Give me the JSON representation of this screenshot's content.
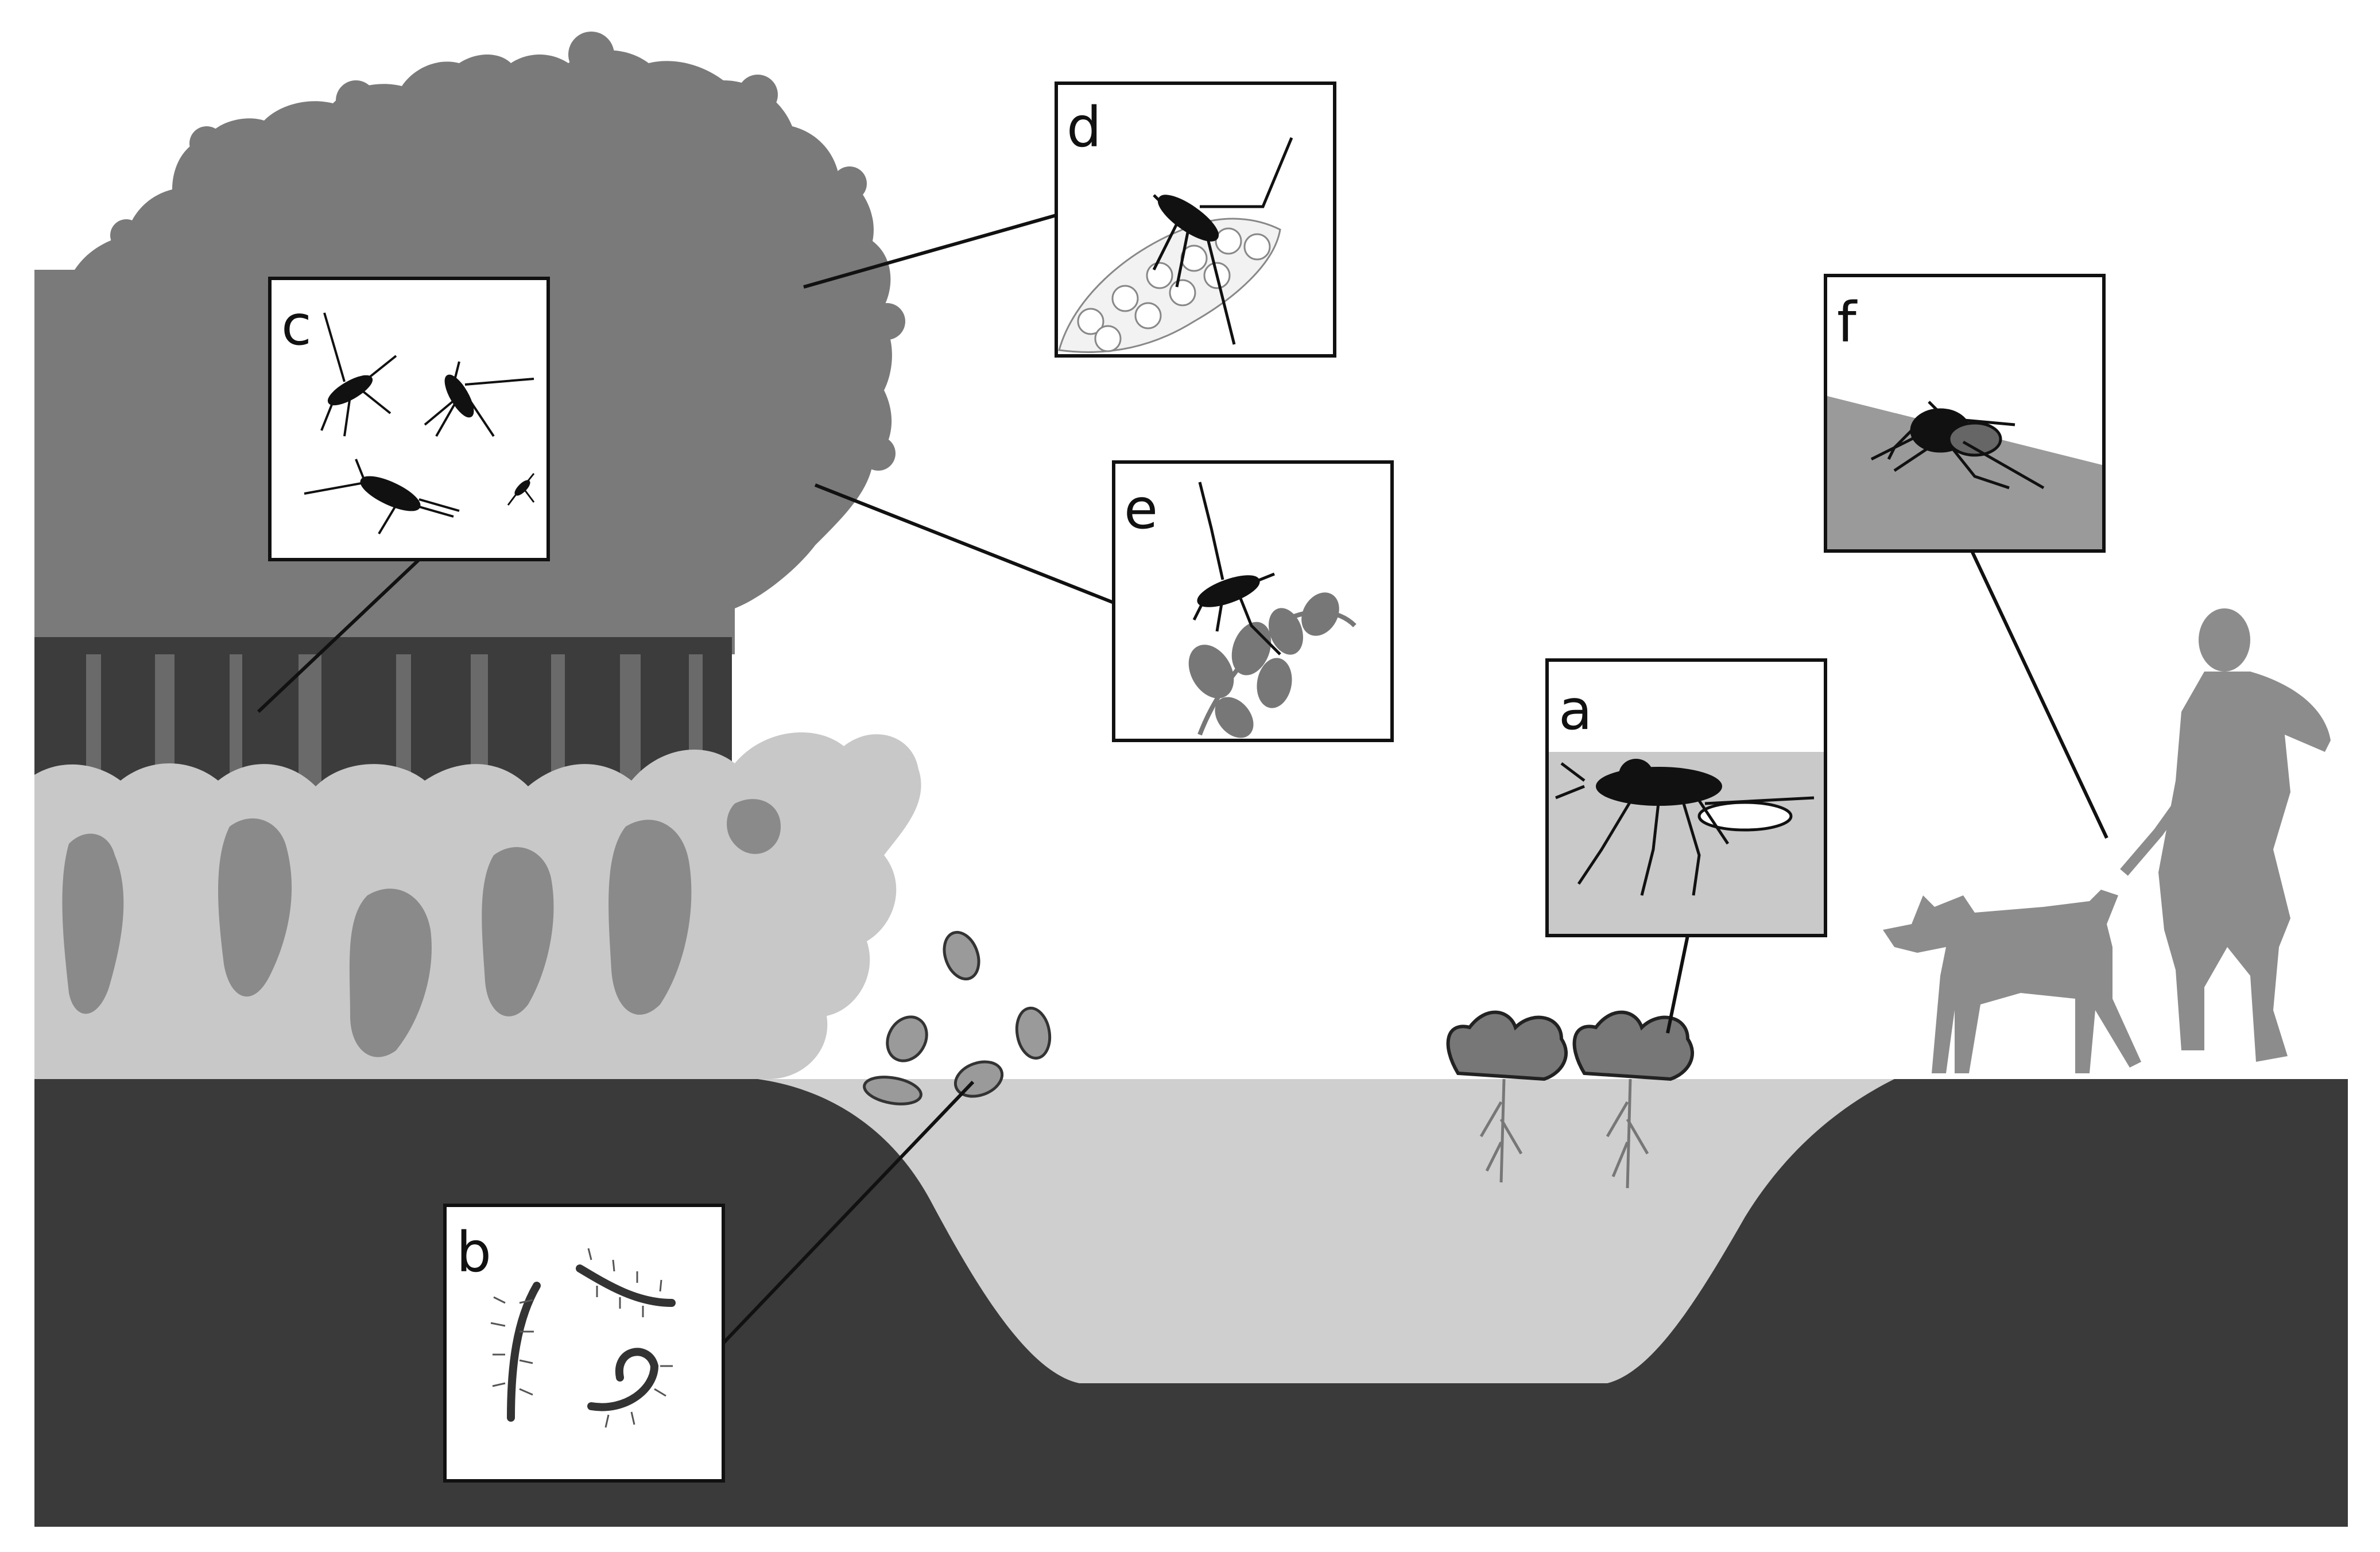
{
  "colors": {
    "background": "#ffffff",
    "ground": "#3a3a3a",
    "water": "#cfcfcf",
    "canopy": "#7a7a7a",
    "trunks": "#3c3c3c",
    "shrub_light": "#c8c8c8",
    "shrub_dark": "#8a8a8a",
    "silhouette": "#8c8c8c",
    "mosquito": "#111111",
    "panel_border": "#111111"
  },
  "panels": [
    {
      "id": "a",
      "label": "a",
      "subject": "mosquito-on-water-surface"
    },
    {
      "id": "b",
      "label": "b",
      "subject": "larvae"
    },
    {
      "id": "c",
      "label": "c",
      "subject": "resting-adult-mosquitoes"
    },
    {
      "id": "d",
      "label": "d",
      "subject": "mosquito-on-flowers"
    },
    {
      "id": "e",
      "label": "e",
      "subject": "mosquito-on-leaves"
    },
    {
      "id": "f",
      "label": "f",
      "subject": "mosquito-blood-feeding"
    }
  ]
}
